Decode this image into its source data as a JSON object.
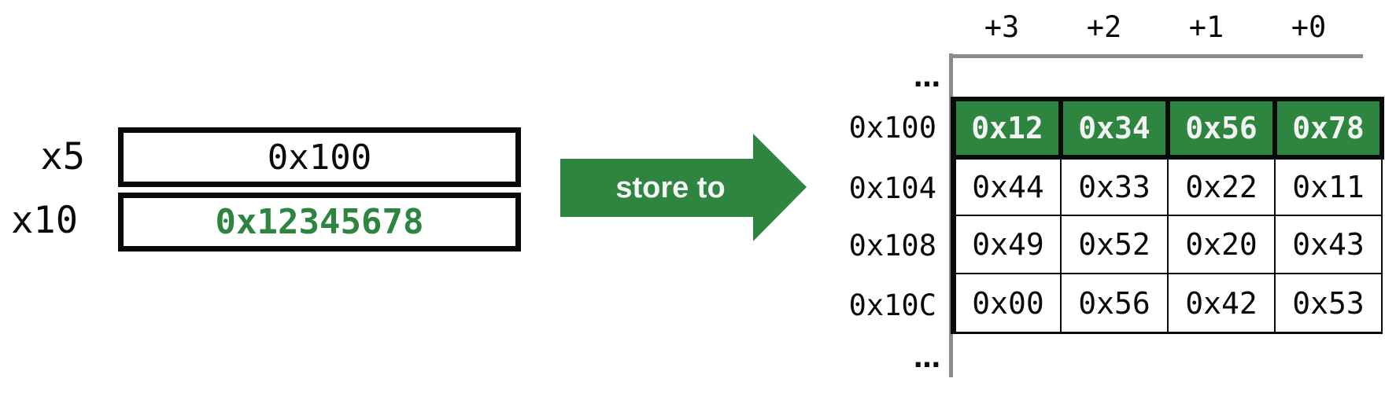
{
  "registers": [
    {
      "name": "x5",
      "value": "0x100"
    },
    {
      "name": "x10",
      "value": "0x12345678"
    }
  ],
  "arrow": {
    "label": "store to"
  },
  "memory": {
    "column_headers": [
      "+3",
      "+2",
      "+1",
      "+0"
    ],
    "ellipsis_top": "…",
    "ellipsis_bottom": "…",
    "rows": [
      {
        "address": "0x100",
        "bytes": [
          "0x12",
          "0x34",
          "0x56",
          "0x78"
        ],
        "highlighted": true
      },
      {
        "address": "0x104",
        "bytes": [
          "0x44",
          "0x33",
          "0x22",
          "0x11"
        ],
        "highlighted": false
      },
      {
        "address": "0x108",
        "bytes": [
          "0x49",
          "0x52",
          "0x20",
          "0x43"
        ],
        "highlighted": false
      },
      {
        "address": "0x10C",
        "bytes": [
          "0x00",
          "0x56",
          "0x42",
          "0x53"
        ],
        "highlighted": false
      }
    ]
  },
  "colors": {
    "accent_green": "#2e8540",
    "line_gray": "#8c8c8c",
    "border_black": "#0a0a0a",
    "highlight_text": "#f2f2f2"
  }
}
